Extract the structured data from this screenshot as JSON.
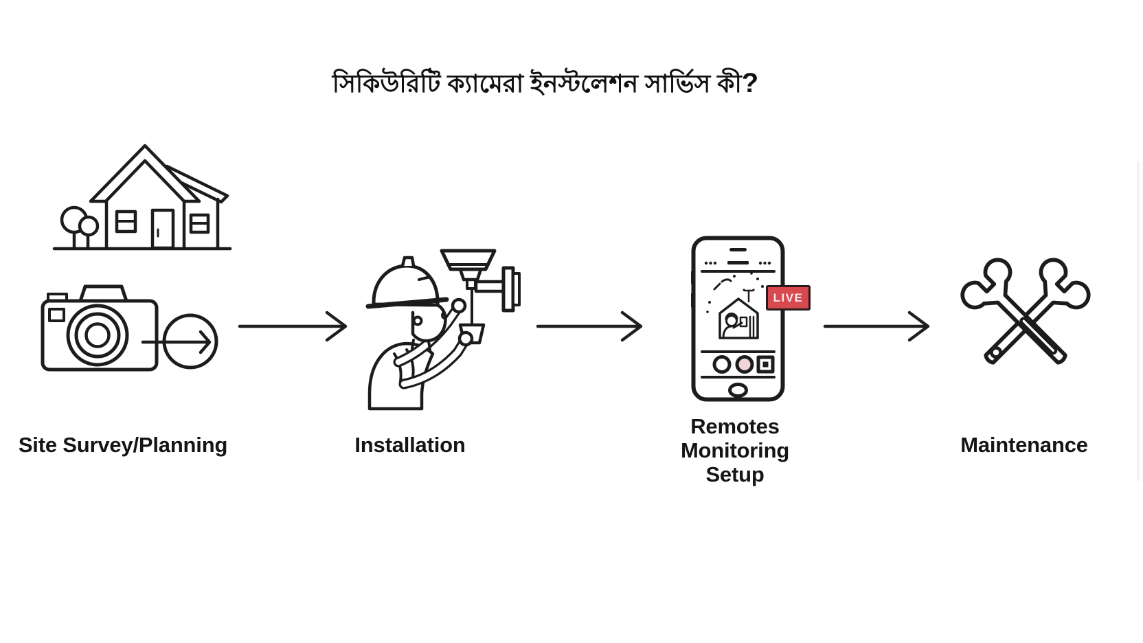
{
  "title": {
    "text": "সিকিউরিটি ক্যামেরা ইনস্টলেশন সার্ভিস কী",
    "mark": "?"
  },
  "steps": [
    {
      "id": "site-survey",
      "label": "Site Survey/Planning",
      "icon": "house-and-camera-icon"
    },
    {
      "id": "installation",
      "label": "Installation",
      "icon": "technician-installing-camera-icon"
    },
    {
      "id": "remote-monitoring",
      "label": "Remotes\nMonitoring\nSetup",
      "icon": "smartphone-live-view-icon",
      "badge": "LIVE"
    },
    {
      "id": "maintenance",
      "label": "Maintenance",
      "icon": "crossed-wrenches-icon"
    }
  ],
  "colors": {
    "background": "#ffffff",
    "line_art": "#1c1c1c",
    "live_badge_bg": "#d5494f",
    "live_badge_border": "#2b1a1a",
    "live_badge_text": "#fbe9ec",
    "record_button_fill": "#f0d6db"
  }
}
